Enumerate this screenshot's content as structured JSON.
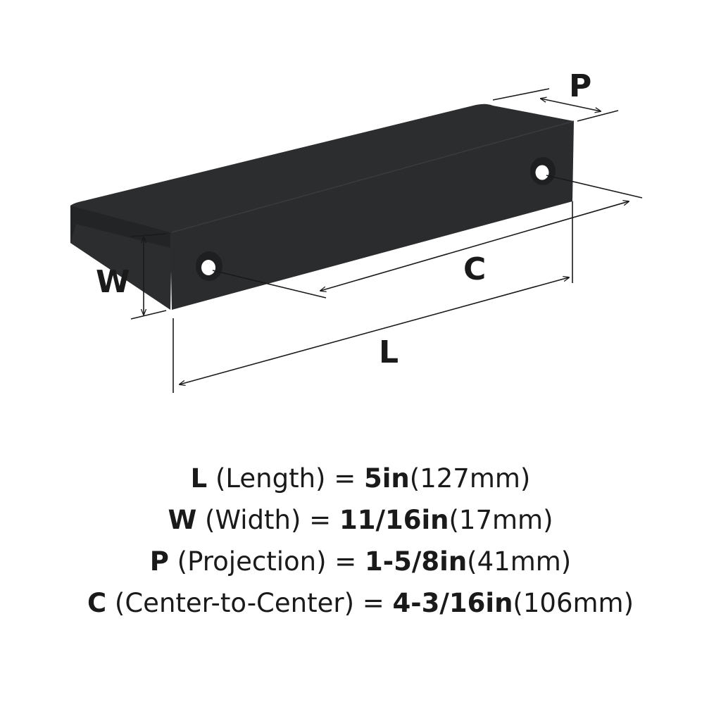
{
  "diagram": {
    "labels": {
      "length": "L",
      "width": "W",
      "projection": "P",
      "center": "C"
    }
  },
  "specs": [
    {
      "letter": "L",
      "name": "(Length) =",
      "imperial": "5in",
      "metric": "(127mm)"
    },
    {
      "letter": "W",
      "name": "(Width) =",
      "imperial": "11/16in",
      "metric": "(17mm)"
    },
    {
      "letter": "P",
      "name": "(Projection) =",
      "imperial": "1-5/8in",
      "metric": "(41mm)"
    },
    {
      "letter": "C",
      "name": "(Center-to-Center) =",
      "imperial": "4-3/16in",
      "metric": "(106mm)"
    }
  ],
  "colors": {
    "product": "#2c2d2f",
    "product_dark": "#232426",
    "lines": "#1a1a1a",
    "text": "#1a1a1a"
  }
}
